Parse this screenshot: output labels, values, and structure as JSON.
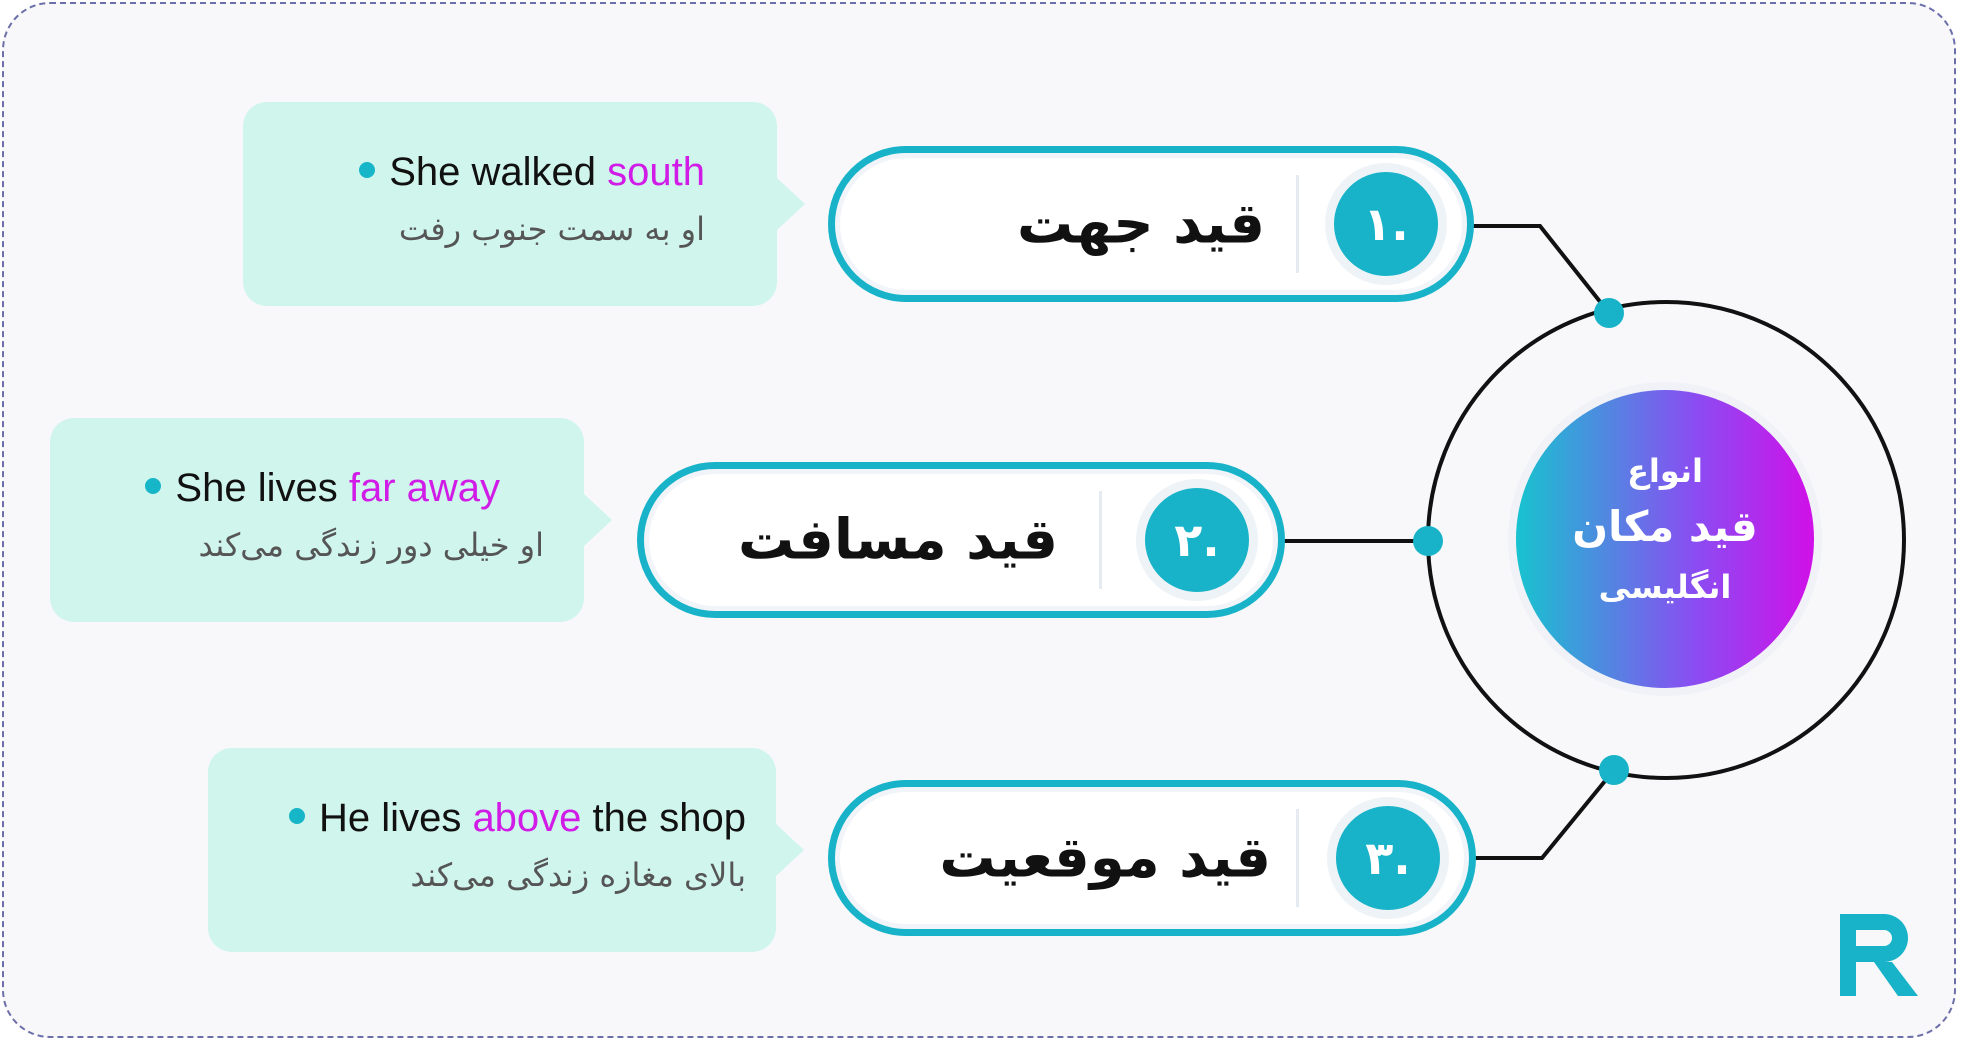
{
  "center": {
    "line1": "انواع",
    "line2": "قید مکان",
    "line3": "انگلیسی"
  },
  "items": [
    {
      "number": "۱.",
      "title": "قید جهت",
      "example_prefix": "She walked ",
      "example_highlight": "south",
      "example_suffix": "",
      "translation": "او به سمت جنوب رفت"
    },
    {
      "number": "۲.",
      "title": "قید مسافت",
      "example_prefix": "She lives ",
      "example_highlight": "far away",
      "example_suffix": "",
      "translation": "او خیلی دور زندگی می‌کند"
    },
    {
      "number": "۳.",
      "title": "قید موقعیت",
      "example_prefix": "He lives ",
      "example_highlight": "above",
      "example_suffix": " the shop",
      "translation": "بالای مغازه زندگی می‌کند"
    }
  ],
  "colors": {
    "accent": "#18b3c9",
    "highlight": "#d01ce6",
    "bubble": "#d0f5ec",
    "gradient_start": "#17c3cf",
    "gradient_end": "#d10fe8"
  },
  "logo": {
    "icon": "brand-logo-icon",
    "color": "#18b3c9"
  }
}
